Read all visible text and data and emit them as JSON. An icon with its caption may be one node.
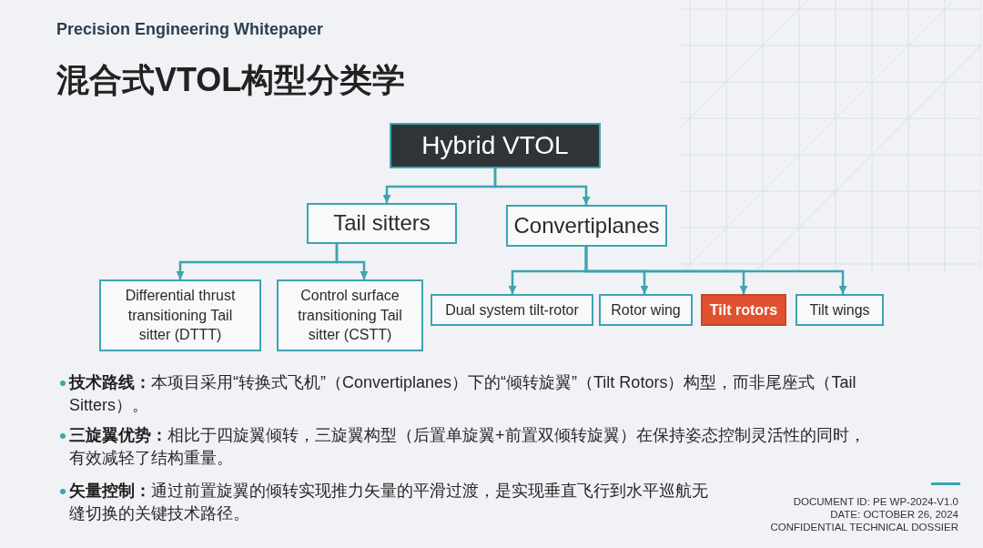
{
  "diagram": {
    "title": "混合式VTOL构型分类学",
    "nodes": [
      {
        "text": [
          "Hybrid VTOL"
        ]
      },
      {
        "text": [
          "Tail sitters"
        ]
      },
      {
        "text": [
          "Convertiplanes"
        ]
      },
      {
        "text": [
          "Differential thrust transitioning Tail sitter (DTTT)"
        ]
      },
      {
        "text": [
          "Control surface transitioning Tail sitter (CSTT)"
        ]
      },
      {
        "text": [
          "Dual system tilt-rotor"
        ]
      },
      {
        "text": [
          "Rotor wing"
        ]
      },
      {
        "text": [
          "Tilt rotors"
        ]
      },
      {
        "text": [
          "Tilt wings"
        ]
      }
    ],
    "edges": [
      {
        "from": 0,
        "to": 1,
        "arrow": "to"
      },
      {
        "from": 0,
        "to": 2,
        "arrow": "to"
      },
      {
        "from": 1,
        "to": 3,
        "arrow": "to"
      },
      {
        "from": 1,
        "to": 4,
        "arrow": "to"
      },
      {
        "from": 2,
        "to": 5,
        "arrow": "to"
      },
      {
        "from": 2,
        "to": 6,
        "arrow": "to"
      },
      {
        "from": 2,
        "to": 7,
        "arrow": "to"
      },
      {
        "from": 2,
        "to": 8,
        "arrow": "to"
      }
    ],
    "labels": [
      "Precision Engineering Whitepaper",
      "**技术路线：**本项目采用“转换式飞机”（Convertiplanes）下的“倾转旋翼”（Tilt Rotors）构型，而非尾座式（Tail Sitters）。",
      "**三旋翼优势：**相比于四旋翼倾转，三旋翼构型（后置单旋翼+前置双倾转旋翼）在保持姿态控制灵活性的同时，有效减轻了结构重量。",
      "**矢量控制：**通过前置旋翼的倾转实现推力矢量的平滑过渡，是实现垂直飞行到水平巡航无缝切换的关键技术路径。",
      "DOCUMENT ID: PE WP-2024-V1.0",
      "DATE: OCTOBER 26, 2024",
      "CONFIDENTIAL TECHNICAL DOSSIER"
    ]
  }
}
